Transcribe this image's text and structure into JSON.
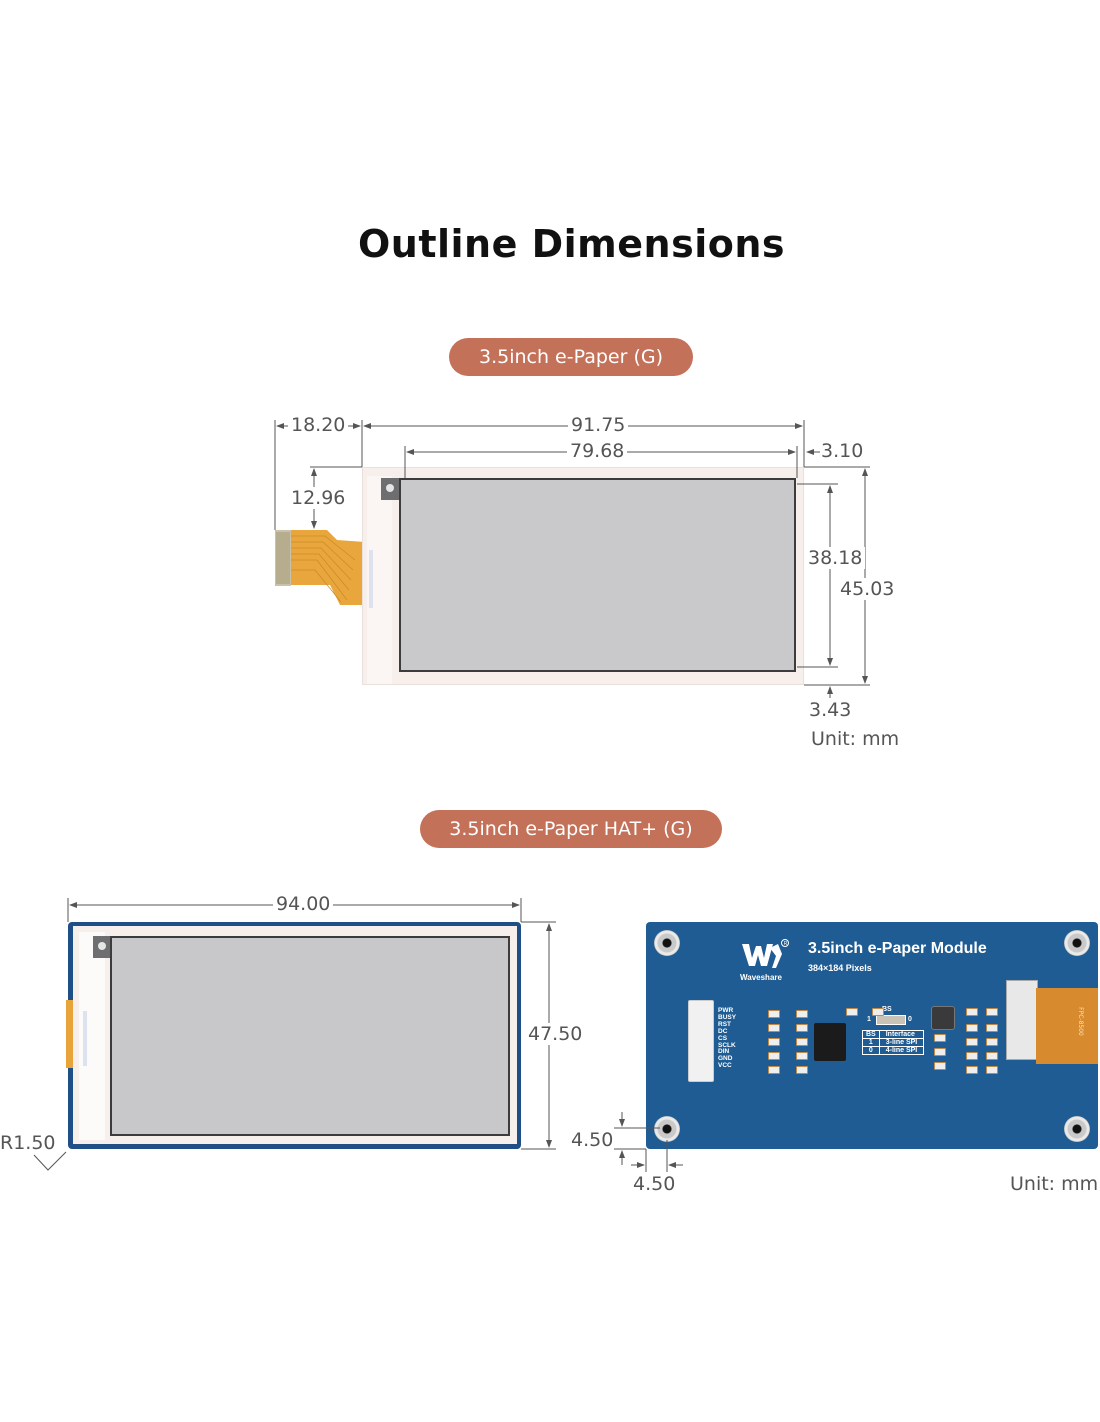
{
  "title": "Outline Dimensions",
  "sections": [
    {
      "label": "3.5inch e-Paper (G)",
      "dimensions": {
        "fpc_length": "18.20",
        "outline_width": "91.75",
        "active_width": "79.68",
        "right_margin": "3.10",
        "fpc_offset_top": "12.96",
        "active_height": "38.18",
        "outline_height": "45.03",
        "bottom_margin": "3.43"
      },
      "unit": "Unit: mm"
    },
    {
      "label": "3.5inch e-Paper HAT+ (G)",
      "dimensions": {
        "board_width": "94.00",
        "board_height": "47.50",
        "corner_radius": "R1.50",
        "hole_offset_y": "4.50",
        "hole_offset_x": "4.50"
      },
      "unit": "Unit: mm",
      "pcb": {
        "brand": "Waveshare",
        "model": "3.5inch e-Paper Module",
        "resolution": "384×184 Pixels",
        "pins": [
          "PWR",
          "BUSY",
          "RST",
          "DC",
          "CS",
          "SCLK",
          "DIN",
          "GND",
          "VCC"
        ],
        "bs_label": "BS",
        "bs_left": "1",
        "bs_right": "0",
        "table_headers": [
          "BS",
          "Interface"
        ],
        "table_rows": [
          [
            "1",
            "3-line SPI"
          ],
          [
            "0",
            "4-line SPI"
          ]
        ],
        "fpc_label": "FPC-8500"
      }
    }
  ],
  "colors": {
    "pill": "#c4715a",
    "pcb": "#1f5c93",
    "screen": "#c8c8ca",
    "fpc": "#e8a43a",
    "dim_line": "#555555"
  }
}
